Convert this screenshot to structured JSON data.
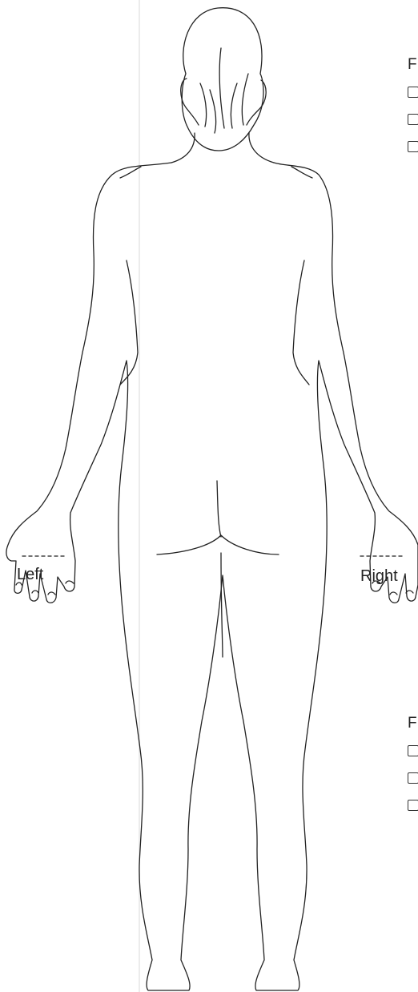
{
  "labels": {
    "left": "Left",
    "right": "Right"
  },
  "checkbox_groups": [
    {
      "heading": "F",
      "options": [
        "",
        "",
        ""
      ]
    },
    {
      "heading": "F",
      "options": [
        "",
        "",
        ""
      ]
    }
  ],
  "colors": {
    "line": "#222222",
    "background": "#ffffff"
  }
}
